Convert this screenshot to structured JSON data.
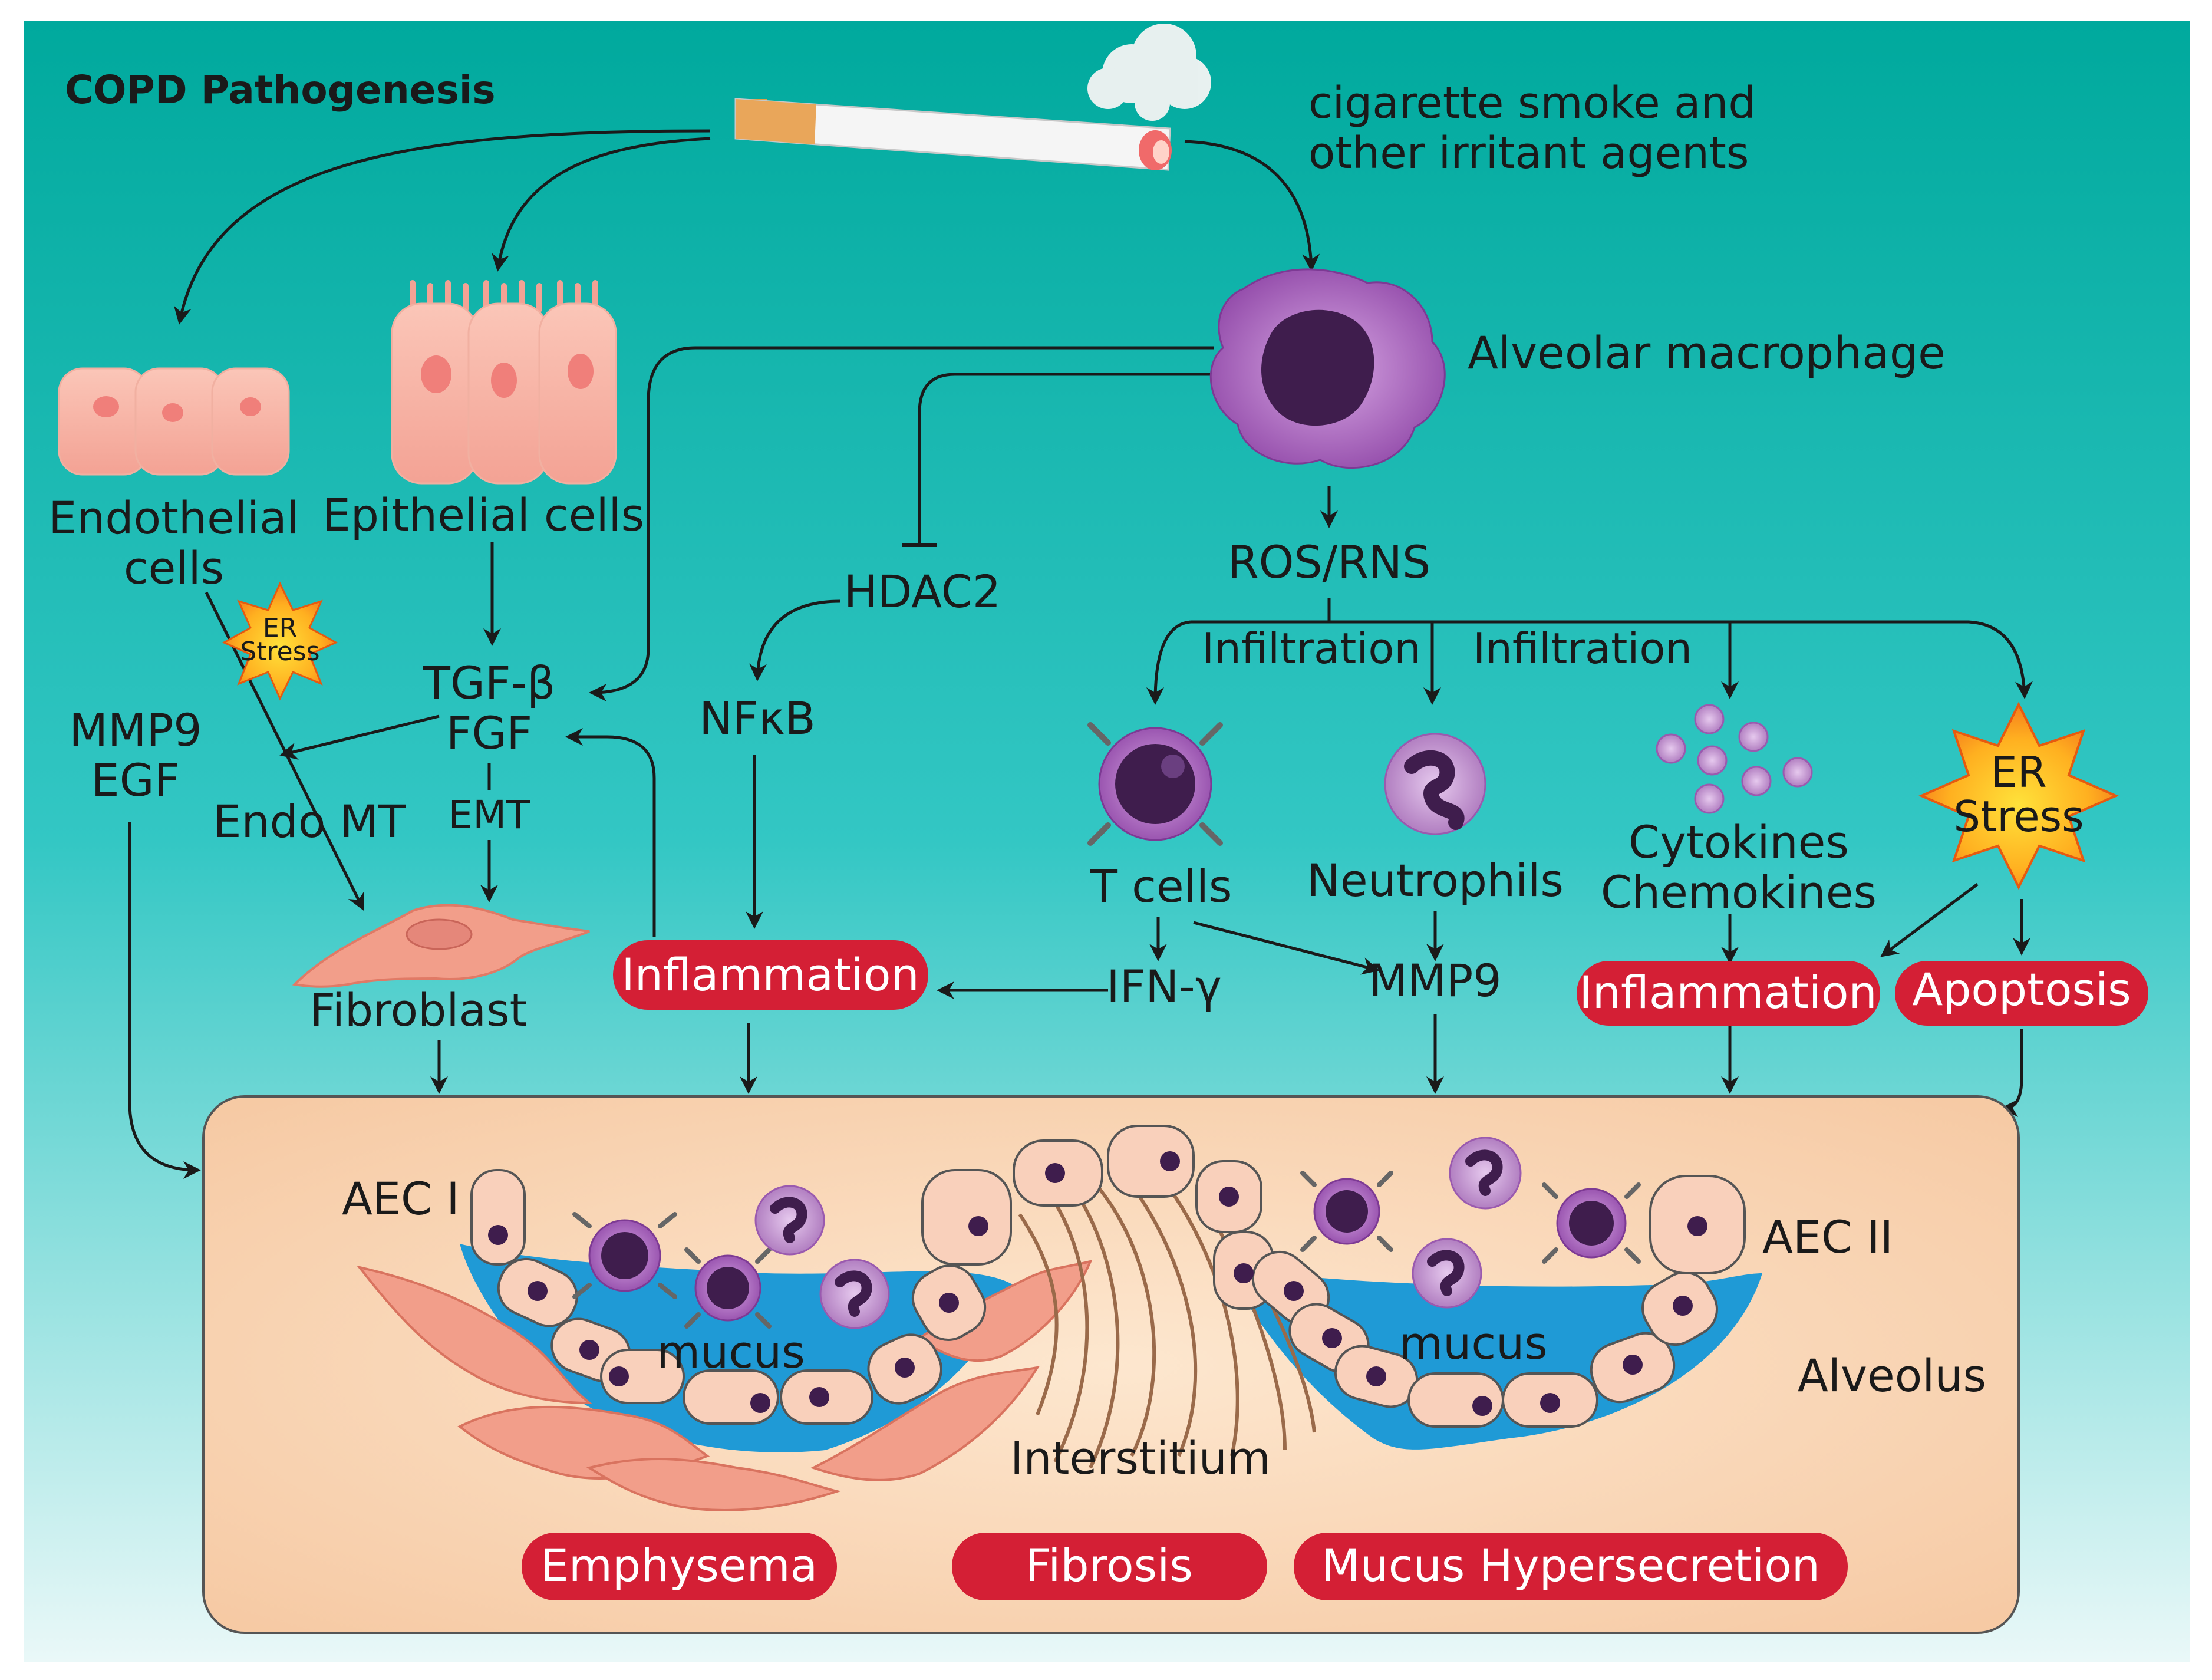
{
  "title": "COPD Pathogenesis",
  "source": {
    "line1": "cigarette smoke and",
    "line2": "other irritant agents"
  },
  "cells": {
    "macrophage": "Alveolar macrophage",
    "endothelial_line1": "Endothelial",
    "endothelial_line2": "cells",
    "epithelial": "Epithelial cells",
    "fibroblast": "Fibroblast",
    "t_cells": "T cells",
    "neutrophils": "Neutrophils",
    "cytokines_line1": "Cytokines",
    "cytokines_line2": "Chemokines"
  },
  "mediators": {
    "ros_rns": "ROS/RNS",
    "hdac2": "HDAC2",
    "nfkb": "NFκB",
    "tgf_beta": "TGF-β",
    "fgf": "FGF",
    "mmp9_left": "MMP9",
    "egf": "EGF",
    "endo_mt": "Endo MT",
    "emt": "EMT",
    "ifn_gamma": "IFN-γ",
    "mmp9_right": "MMP9",
    "infiltration_1": "Infiltration",
    "infiltration_2": "Infiltration"
  },
  "er_stress": {
    "small_line1": "ER",
    "small_line2": "Stress",
    "large_line1": "ER",
    "large_line2": "Stress"
  },
  "outcomes": {
    "inflammation_left": "Inflammation",
    "inflammation_right": "Inflammation",
    "apoptosis": "Apoptosis",
    "emphysema": "Emphysema",
    "fibrosis": "Fibrosis",
    "mucus_hypersecretion": "Mucus Hypersecretion"
  },
  "alveolus": {
    "aec1": "AEC I",
    "aec2": "AEC II",
    "mucus_left": "mucus",
    "mucus_right": "mucus",
    "interstitium": "Interstitium",
    "alveolus": "Alveolus"
  },
  "colors": {
    "bg_top": "#00a99d",
    "bg_bottom": "#e6f7f7",
    "pill": "#d41f35",
    "alveolus_fill": "#f8d8b8",
    "macrophage": "#9c5ab0",
    "nucleus": "#3f1d4d",
    "mucus": "#1f9ad6"
  }
}
